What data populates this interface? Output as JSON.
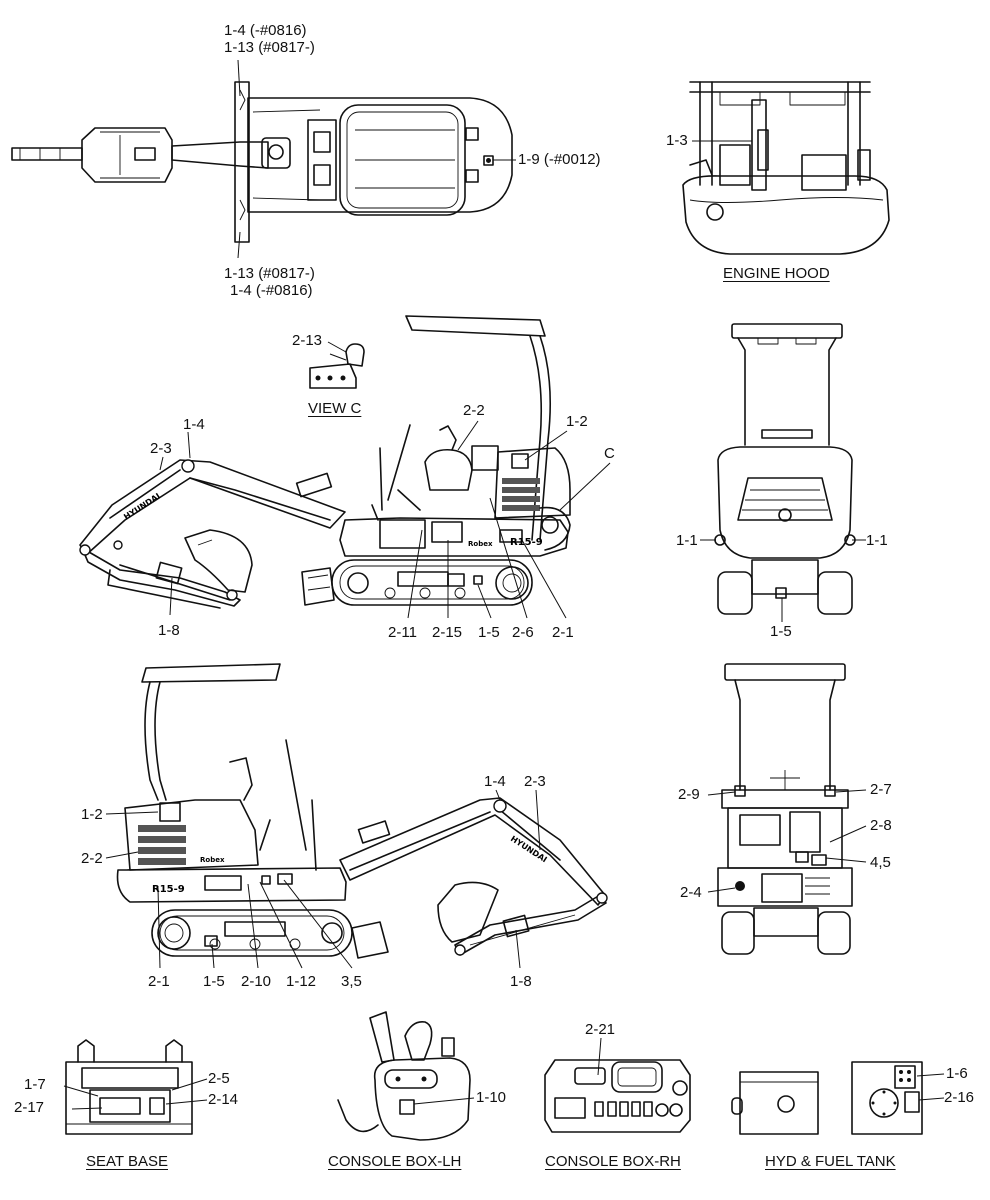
{
  "callouts": {
    "top_1_4_a": "1-4 (-#0816)",
    "top_1_13_a": "1-13 (#0817-)",
    "top_1_9": "1-9 (-#0012)",
    "top_1_13_b": "1-13 (#0817-)",
    "top_1_4_b": "1-4 (-#0816)",
    "hood_1_3": "1-3",
    "vc_2_13": "2-13",
    "r_2_2": "2-2",
    "r_1_2": "1-2",
    "r_c": "C",
    "r_1_4": "1-4",
    "r_2_3": "2-3",
    "r_1_8": "1-8",
    "r_2_11": "2-11",
    "r_2_15": "2-15",
    "r_1_5": "1-5",
    "r_2_6": "2-6",
    "r_2_1": "2-1",
    "rv_1_1_l": "1-1",
    "rv_1_1_r": "1-1",
    "rv_1_5": "1-5",
    "l_1_2": "1-2",
    "l_2_2": "2-2",
    "l_1_4": "1-4",
    "l_2_3": "2-3",
    "l_2_1": "2-1",
    "l_1_5": "1-5",
    "l_2_10": "2-10",
    "l_1_12": "1-12",
    "l_3_5": "3,5",
    "l_1_8": "1-8",
    "fv_2_9": "2-9",
    "fv_2_7": "2-7",
    "fv_2_8": "2-8",
    "fv_4_5": "4,5",
    "fv_2_4": "2-4",
    "sb_1_7": "1-7",
    "sb_2_17": "2-17",
    "sb_2_5": "2-5",
    "sb_2_14": "2-14",
    "cl_1_10": "1-10",
    "cr_2_21": "2-21",
    "ht_1_6": "1-6",
    "ht_2_16": "2-16"
  },
  "titles": {
    "engine_hood": "ENGINE HOOD",
    "view_c": "VIEW C",
    "seat_base": "SEAT BASE",
    "console_lh": "CONSOLE BOX-LH",
    "console_rh": "CONSOLE BOX-RH",
    "hyd_fuel": "HYD & FUEL TANK"
  },
  "decal_text": {
    "brand": "HYUNDAI",
    "model": "R15-9",
    "robex": "Robex"
  }
}
